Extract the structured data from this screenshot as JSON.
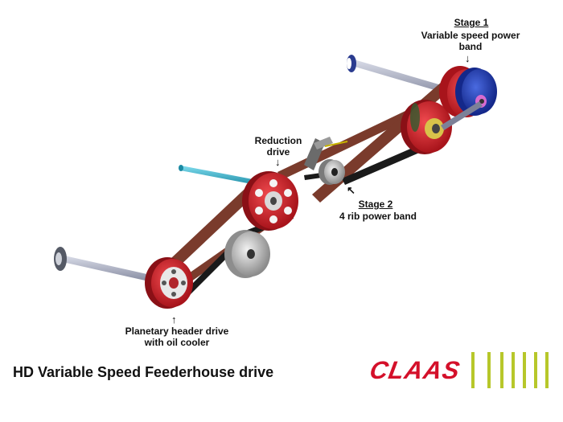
{
  "labels": {
    "stage1_title": "Stage 1",
    "stage1_line1": "Variable speed power",
    "stage1_line2": "band",
    "reduction_line1": "Reduction",
    "reduction_line2": "drive",
    "stage2_title": "Stage 2",
    "stage2_desc": "4 rib power band",
    "planetary_line1": "Planetary header drive",
    "planetary_line2": "with oil cooler"
  },
  "footer": {
    "title": "HD Variable Speed Feederhouse drive"
  },
  "logo": {
    "text": "CLAAS",
    "text_color": "#d4102a",
    "bar_color": "#b7c72a"
  },
  "colors": {
    "belt_brown": "#7a3b2c",
    "belt_black": "#1a1a1a",
    "pulley_red": "#d2232a",
    "pulley_blue": "#1f3fb0",
    "shaft_grey": "#9aa0b4",
    "shaft_cyan": "#2aa7c0"
  }
}
